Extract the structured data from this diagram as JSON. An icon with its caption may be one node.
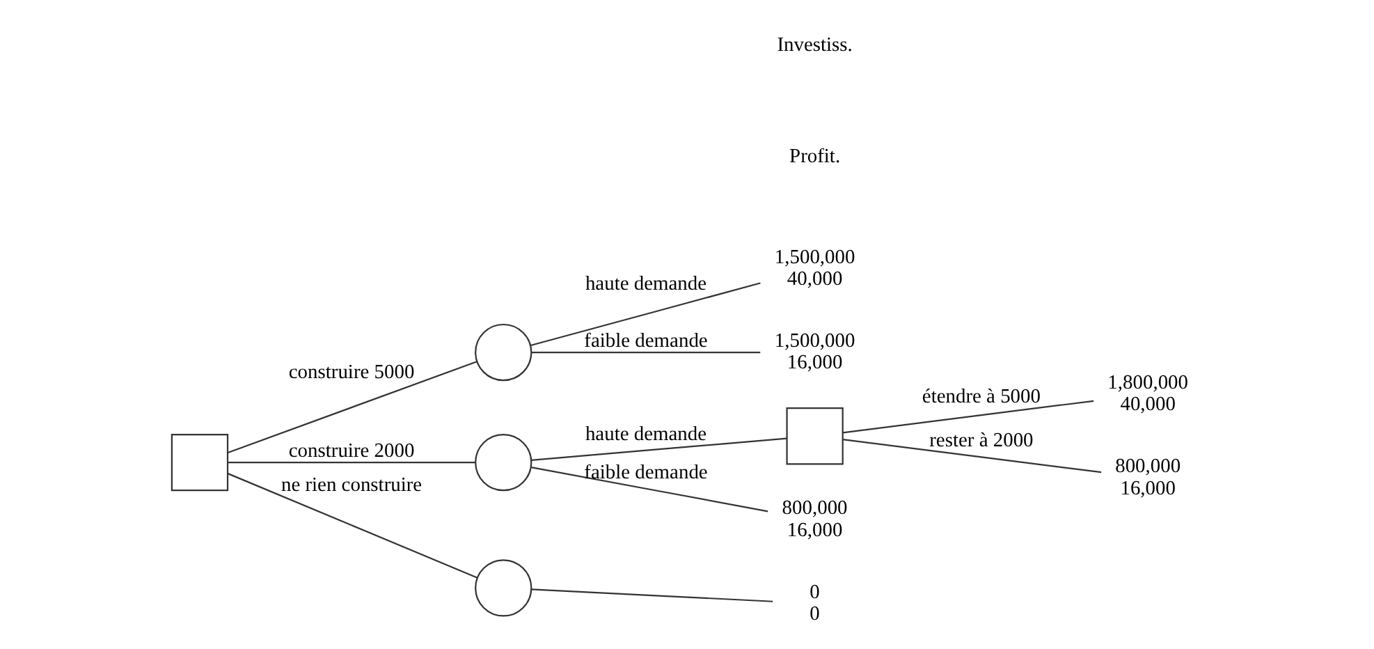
{
  "diagram": {
    "nodes": [
      {
        "text": [],
        "shape": "box"
      },
      {
        "text": [],
        "shape": "circle"
      },
      {
        "text": [],
        "shape": "circle"
      },
      {
        "text": [],
        "shape": "circle"
      },
      {
        "text": [],
        "shape": "box"
      },
      {
        "text": [
          "1,500,000",
          "40,000"
        ]
      },
      {
        "text": [
          "1,500,000",
          "16,000"
        ]
      },
      {
        "text": [
          "1,800,000",
          "40,000"
        ]
      },
      {
        "text": [
          "800,000",
          "16,000"
        ]
      },
      {
        "text": [
          "800,000",
          "16,000"
        ]
      },
      {
        "text": [
          "0",
          "0"
        ]
      }
    ],
    "edges": [
      {
        "from": 0,
        "to": 1,
        "arrow": "none",
        "label": "construire 5000"
      },
      {
        "from": 0,
        "to": 2,
        "arrow": "none",
        "label": "construire 2000"
      },
      {
        "from": 0,
        "to": 3,
        "arrow": "none",
        "label": "ne rien construire"
      },
      {
        "from": 1,
        "to": 5,
        "arrow": "none",
        "label": "haute demande"
      },
      {
        "from": 1,
        "to": 6,
        "arrow": "none",
        "label": "faible demande"
      },
      {
        "from": 2,
        "to": 4,
        "arrow": "none",
        "label": "haute demande"
      },
      {
        "from": 4,
        "to": 7,
        "arrow": "none",
        "label": "étendre à 5000"
      },
      {
        "from": 4,
        "to": 8,
        "arrow": "none",
        "label": "rester à 2000"
      },
      {
        "from": 2,
        "to": 9,
        "arrow": "none",
        "label": "faible demande"
      },
      {
        "from": 3,
        "to": 10,
        "arrow": "none"
      }
    ],
    "labels": [
      "Investiss.",
      "Profit."
    ]
  }
}
